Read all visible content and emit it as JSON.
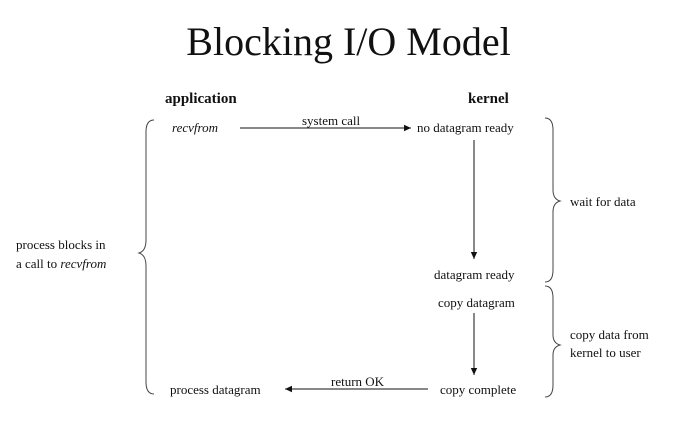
{
  "title": "Blocking I/O Model",
  "headers": {
    "application": "application",
    "kernel": "kernel"
  },
  "application": {
    "recvfrom": "recvfrom",
    "process_datagram": "process datagram"
  },
  "kernel": {
    "no_datagram_ready": "no datagram ready",
    "datagram_ready": "datagram ready",
    "copy_datagram": "copy datagram",
    "copy_complete": "copy complete"
  },
  "arrows": {
    "system_call": "system call",
    "return_ok": "return OK"
  },
  "left_brace_label": {
    "line1": "process blocks in",
    "line2_prefix": "a call to ",
    "line2_italic": "recvfrom"
  },
  "right_brace_labels": {
    "wait_for_data": "wait for data",
    "copy_line1": "copy data from",
    "copy_line2": "kernel to user"
  }
}
